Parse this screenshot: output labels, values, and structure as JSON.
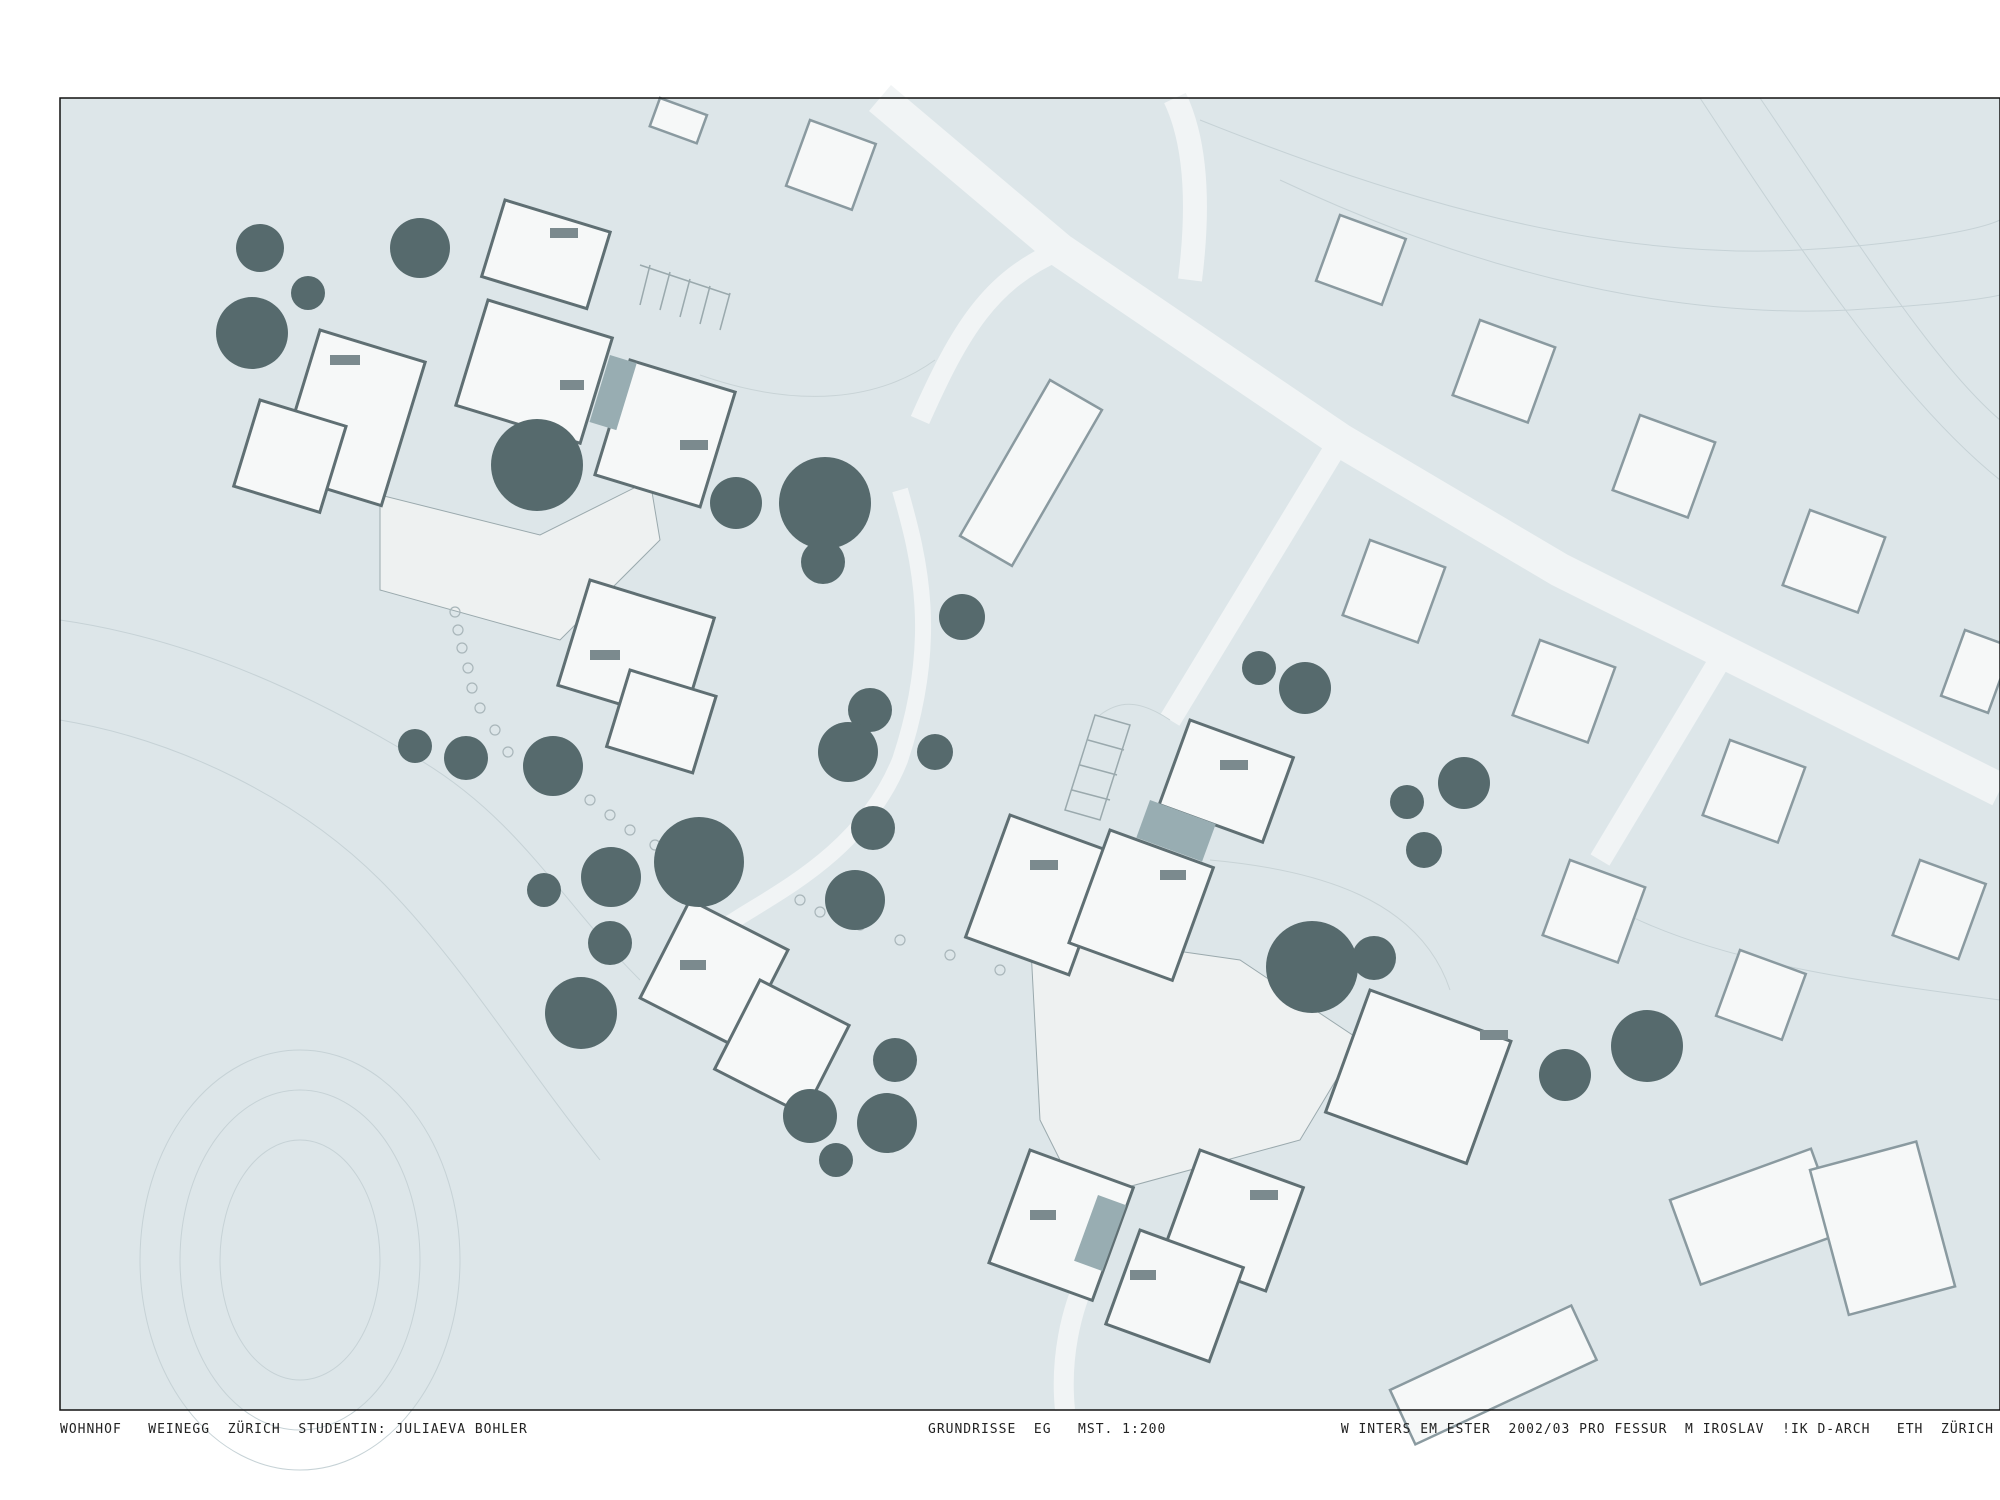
{
  "caption": {
    "left": "WOHNHOF   WEINEGG  ZÜRICH  STUDENTIN: JULIAEVA BOHLER",
    "center": "GRUNDRISSE  EG   MST. 1:200",
    "right": "W INTERS EM ESTER  2002/03 PRO FESSUR  M IROSLAV  !IK D-ARCH   ETH  ZÜRICH"
  },
  "colors": {
    "ground": "#dde6e9",
    "road": "#f1f4f5",
    "tree": "#566a6d",
    "building_fill": "#f6f8f8",
    "building_wall": "#5f6f73",
    "neighbor_wall": "#8a9aa0",
    "courtyard": "#eef1f1",
    "passage": "#98adb2",
    "frame": "#111111"
  },
  "icons": [
    "tree-icon",
    "building-icon",
    "road-icon",
    "parking-icon"
  ]
}
